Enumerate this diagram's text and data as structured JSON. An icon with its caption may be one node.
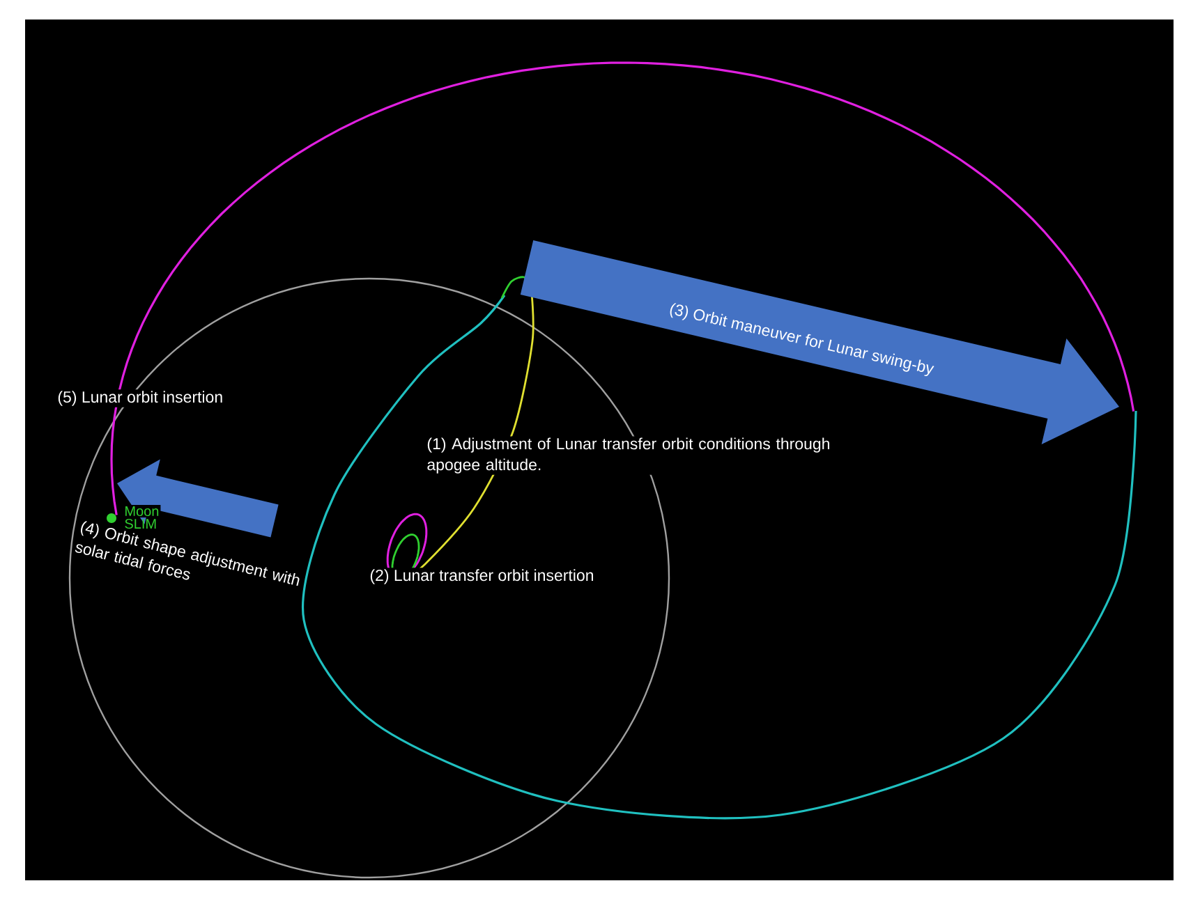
{
  "diagram": {
    "labels": [
      "(5) Lunar orbit insertion",
      "(3) Orbit maneuver for Lunar swing-by",
      "(1) Adjustment of Lunar transfer orbit conditions through apogee altitude.",
      "Moon",
      "SLIM",
      "(4) Orbit shape adjustment with solar tidal forces",
      "(2) Lunar transfer orbit insertion"
    ]
  }
}
